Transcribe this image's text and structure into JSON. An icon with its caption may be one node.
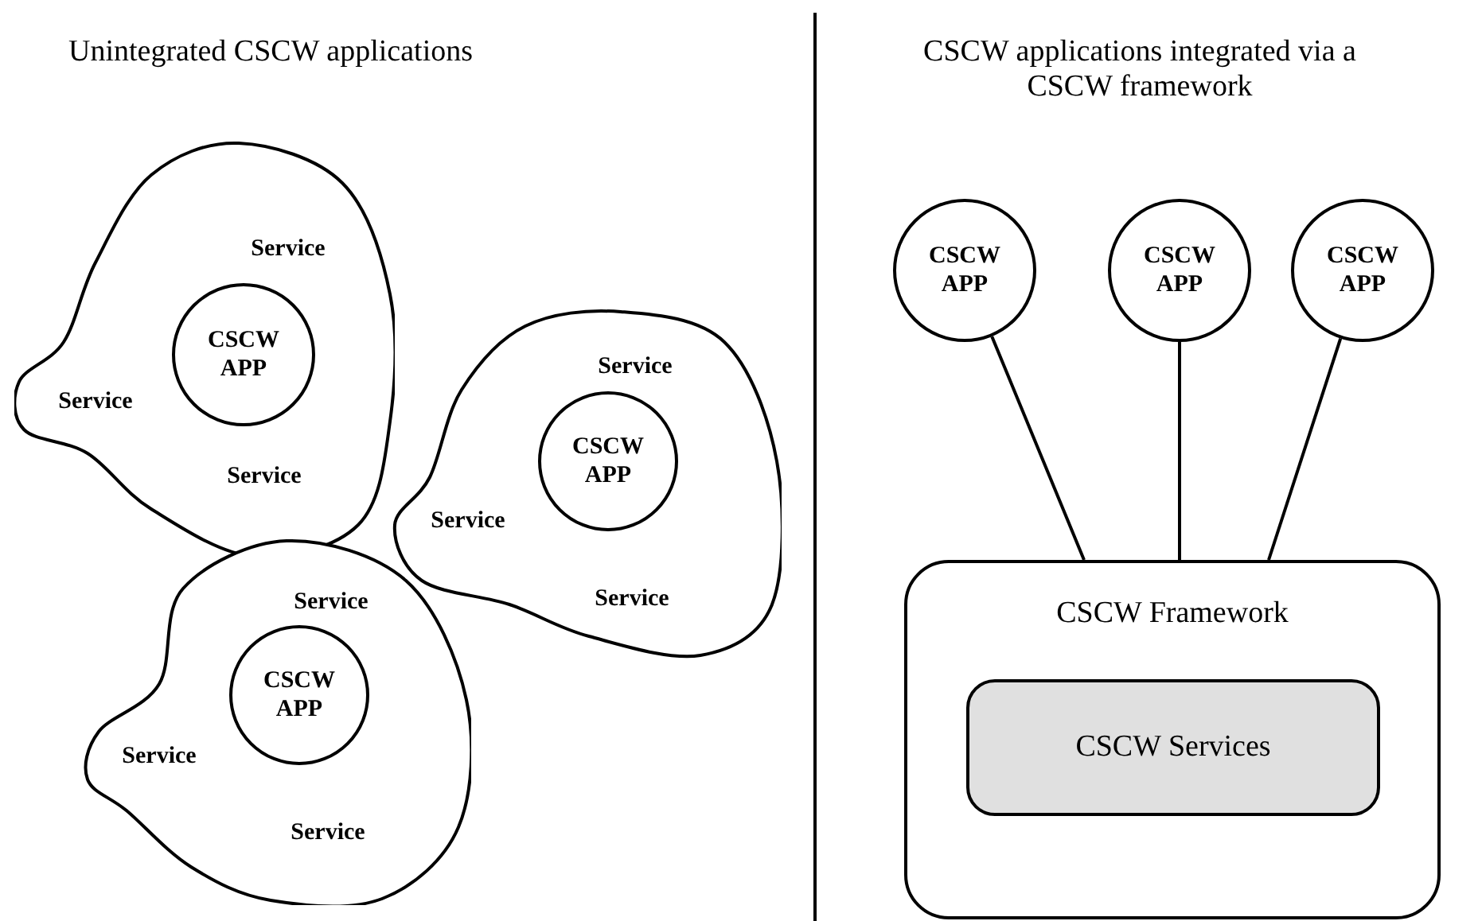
{
  "diagram": {
    "nodes": [
      {
        "text": [
          "Service",
          "Service",
          "Service"
        ]
      },
      {
        "text": [
          "CSCW APP"
        ],
        "in": 0
      },
      {
        "text": [
          "Service",
          "Service",
          "Service"
        ]
      },
      {
        "text": [
          "CSCW APP"
        ],
        "in": 2
      },
      {
        "text": [
          "Service",
          "Service",
          "Service"
        ]
      },
      {
        "text": [
          "CSCW APP"
        ],
        "in": 4
      },
      {
        "text": [
          "CSCW APP"
        ]
      },
      {
        "text": [
          "CSCW APP"
        ]
      },
      {
        "text": [
          "CSCW APP"
        ]
      },
      {
        "text": [
          "CSCW Framework"
        ]
      },
      {
        "text": [
          "CSCW Services"
        ],
        "in": 9
      }
    ],
    "edges": [
      {
        "from": 6,
        "to": 9,
        "arrow": "none"
      },
      {
        "from": 7,
        "to": 9,
        "arrow": "none"
      },
      {
        "from": 8,
        "to": 9,
        "arrow": "none"
      }
    ],
    "labels": [
      "Unintegrated CSCW applications",
      "CSCW applications integrated via a CSCW framework"
    ]
  }
}
